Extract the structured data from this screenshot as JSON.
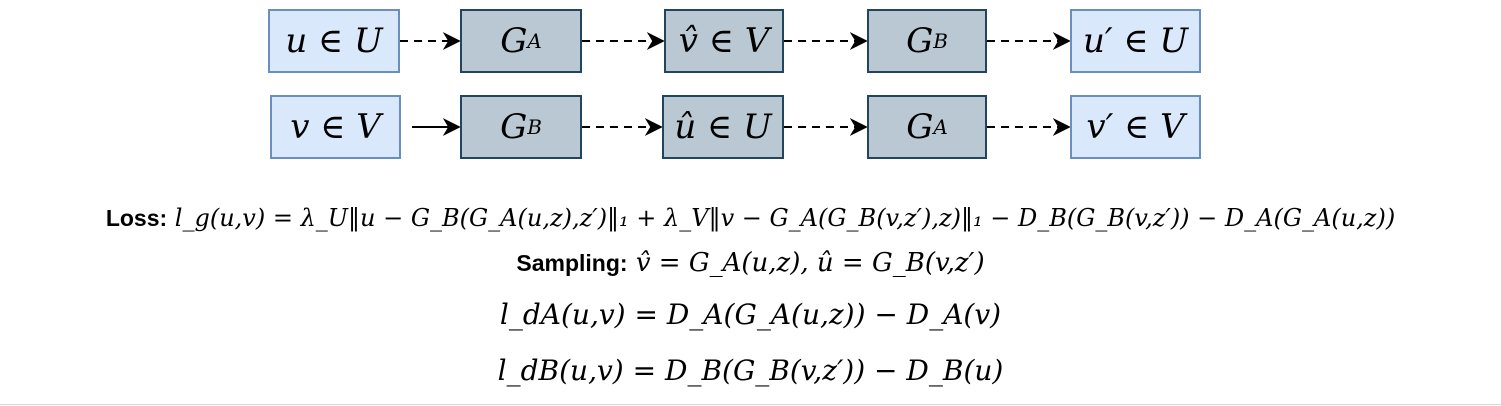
{
  "diagram": {
    "row1": {
      "input": "u ∈ U",
      "gen1": "G",
      "gen1_sub": "A",
      "mid": "v̂ ∈ V",
      "gen2": "G",
      "gen2_sub": "B",
      "output": "u′ ∈ U"
    },
    "row2": {
      "input": "v ∈ V",
      "gen1": "G",
      "gen1_sub": "B",
      "mid": "û ∈ U",
      "gen2": "G",
      "gen2_sub": "A",
      "output": "v′ ∈ V"
    }
  },
  "equations": {
    "loss_label": "Loss:",
    "loss": "l_g(u,v) = λ_U‖u − G_B(G_A(u,z),z′)‖₁ + λ_V‖v − G_A(G_B(v,z′),z)‖₁ − D_B(G_B(v,z′)) − D_A(G_A(u,z))",
    "sampling_label": "Sampling:",
    "sampling": "v̂ = G_A(u,z),     û = G_B(v,z′)",
    "ld_a": "l_dA(u,v) = D_A(G_A(u,z)) − D_A(v)",
    "ld_b": "l_dB(u,v) = D_B(G_B(v,z′)) − D_B(u)"
  },
  "colors": {
    "light_fill": "#dae8fc",
    "light_stroke": "#6c8ebf",
    "dark_fill": "#bac8d3",
    "dark_stroke": "#23445d"
  }
}
